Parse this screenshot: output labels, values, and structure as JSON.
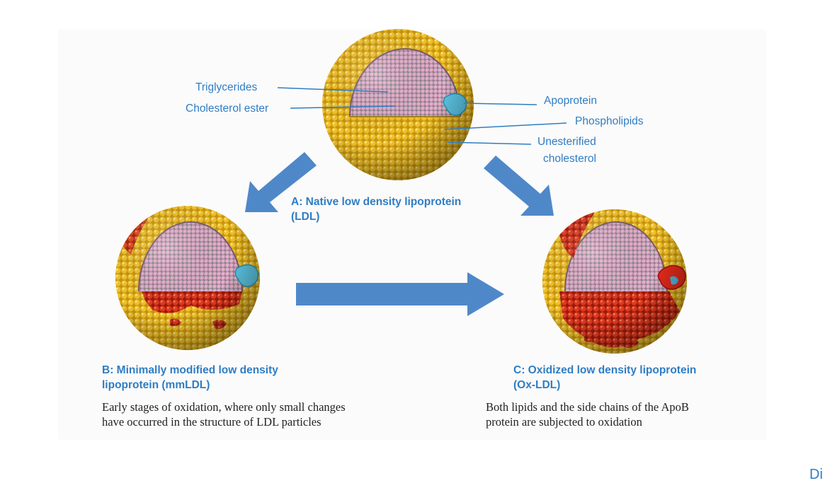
{
  "labels": {
    "triglycerides": "Triglycerides",
    "cholesterol_ester": "Cholesterol ester",
    "apoprotein": "Apoprotein",
    "phospholipids": "Phospholipids",
    "unesterified_1": "Unesterified",
    "unesterified_2": "cholesterol"
  },
  "particle_a": {
    "title_1": "A: Native low density lipoprotein",
    "title_2": "(LDL)"
  },
  "particle_b": {
    "title_1": "B: Minimally modified low density",
    "title_2": "lipoprotein (mmLDL)",
    "desc_1": "Early stages of oxidation, where only small changes",
    "desc_2": "have occurred in the structure of LDL particles",
    "oxidation_level": "partial"
  },
  "particle_c": {
    "title_1": "C: Oxidized low density lipoprotein",
    "title_2": "(Ox-LDL)",
    "desc_1": "Both lipids and the side chains of the ApoB",
    "desc_2": "protein are subjected to oxidation",
    "oxidation_level": "extensive"
  },
  "corner_text": "Di",
  "colors": {
    "label_blue": "#2f7dc4",
    "arrow_blue": "#4f88c9",
    "shell_yellow": "#e8b820",
    "core_pink": "#c98fb0",
    "oxidized_red": "#d8321c",
    "apoprotein_cyan": "#5cc6e4"
  }
}
